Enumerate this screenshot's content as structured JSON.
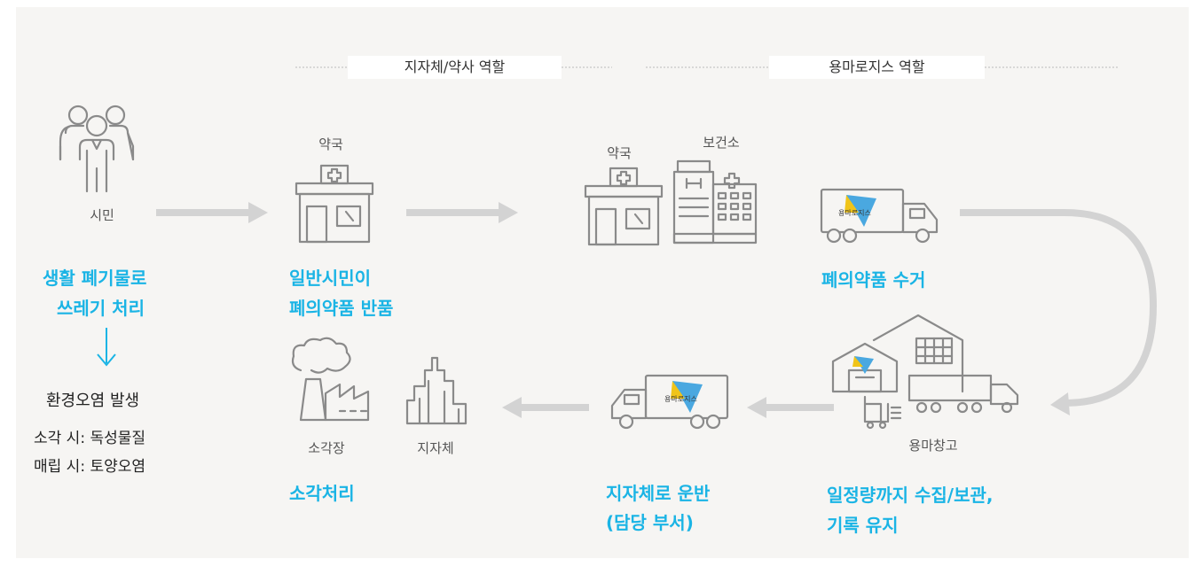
{
  "roles": {
    "municipality": "지자체/약사 역할",
    "yongma": "용마로지스 역할"
  },
  "nodes": {
    "citizen": "시민",
    "pharmacy_1": "약국",
    "pharmacy_2": "약국",
    "health_center": "보건소",
    "incinerator": "소각장",
    "municipality": "지자체",
    "warehouse": "용마창고",
    "truck_logo_text": "용마로지스"
  },
  "steps": {
    "household_waste": [
      "생활 폐기물로",
      "쓰레기 처리"
    ],
    "citizen_return": [
      "일반시민이",
      "폐의약품 반품"
    ],
    "collection": "폐의약품 수거",
    "storage": [
      "일정량까지 수집/보관,",
      "기록 유지"
    ],
    "transport": [
      "지자체로 운반",
      "(담당 부서)"
    ],
    "incineration": "소각처리"
  },
  "pollution": {
    "title": "환경오염 발생",
    "items": [
      "소각 시: 독성물질",
      "매립 시: 토양오염"
    ]
  },
  "colors": {
    "accent": "#1ab4e5",
    "arrow": "#d3d3d3",
    "icon_stroke": "#8a8a8a",
    "panel": "#f6f5f3"
  }
}
